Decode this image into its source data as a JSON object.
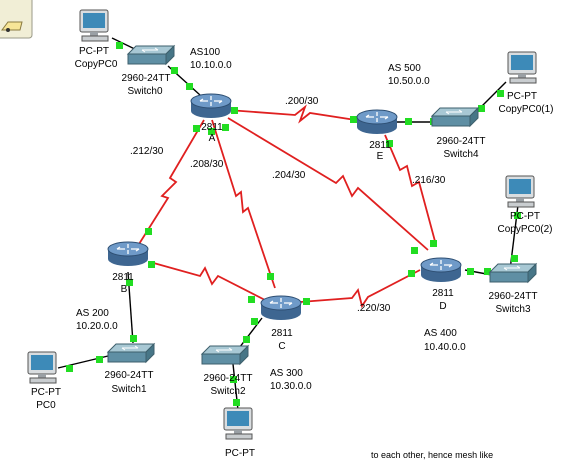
{
  "colors": {
    "serial_link": "#e02020",
    "ethernet_link": "#000000",
    "port_up": "#22dd22",
    "router_body": "#5d84b0",
    "switch_body": "#5f8fa4",
    "pc_screen": "#3d8ab8"
  },
  "icons": {
    "note": "note-icon",
    "router": "router-icon",
    "switch": "switch-icon",
    "pc": "pc-icon"
  },
  "devices": {
    "copypc0": {
      "type": "PC-PT",
      "name": "CopyPC0"
    },
    "switch0": {
      "type": "2960-24TT",
      "name": "Switch0"
    },
    "router_a": {
      "type": "2811",
      "name": "A"
    },
    "router_e": {
      "type": "2811",
      "name": "E"
    },
    "switch4": {
      "type": "2960-24TT",
      "name": "Switch4"
    },
    "copypc0_1": {
      "type": "PC-PT",
      "name": "CopyPC0(1)"
    },
    "copypc0_2": {
      "type": "PC-PT",
      "name": "CopyPC0(2)"
    },
    "router_d": {
      "type": "2811",
      "name": "D"
    },
    "switch3": {
      "type": "2960-24TT",
      "name": "Switch3"
    },
    "router_b": {
      "type": "2811",
      "name": "B"
    },
    "router_c": {
      "type": "2811",
      "name": "C"
    },
    "switch1": {
      "type": "2960-24TT",
      "name": "Switch1"
    },
    "pc0": {
      "type": "PC-PT",
      "name": "PC0"
    },
    "switch2": {
      "type": "2960-24TT",
      "name": "Switch2"
    },
    "pc_bottom": {
      "type": "PC-PT",
      "name": ""
    }
  },
  "areas": {
    "as100": {
      "name": "AS100",
      "network": "10.10.0.0"
    },
    "as500": {
      "name": "AS 500",
      "network": "10.50.0.0"
    },
    "as200": {
      "name": "AS 200",
      "network": "10.20.0.0"
    },
    "as300": {
      "name": "AS 300",
      "network": "10.30.0.0"
    },
    "as400": {
      "name": "AS 400",
      "network": "10.40.0.0"
    }
  },
  "links": {
    "a_e": ".200/30",
    "a_b": ".212/30",
    "a_c": ".208/30",
    "a_d": ".204/30",
    "e_d": ".216/30",
    "c_d": ".220/30"
  },
  "footer_note": "to each other, hence mesh like"
}
